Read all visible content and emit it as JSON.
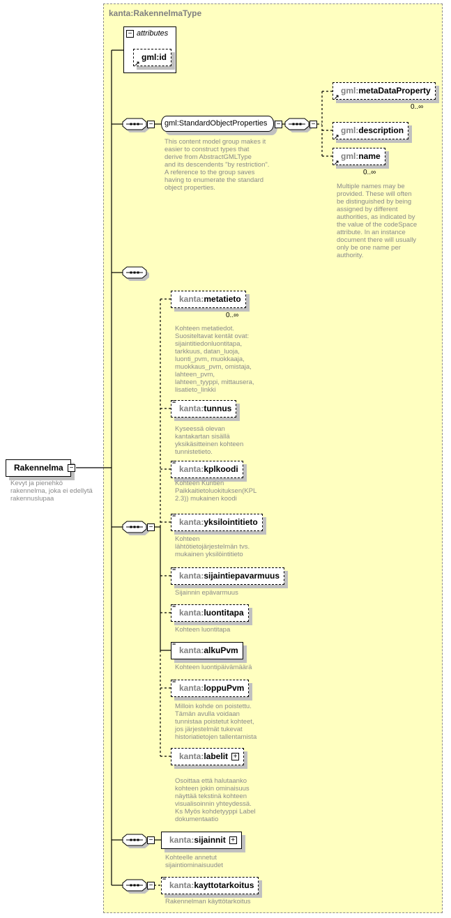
{
  "type_name": "kanta:RakennelmaType",
  "root": {
    "name": "Rakennelma",
    "doc": "Kevyt ja pienehkö\nrakennelma, joka ei edellytä\nrakennuslupaa"
  },
  "attributes": {
    "label": "attributes",
    "items": [
      {
        "name": "gml:id"
      }
    ]
  },
  "standard_group": {
    "name": "gml:StandardObjectProperties",
    "doc": "This content model group makes it\neasier to construct types that\n      derive from AbstractGMLType\nand its descendents \"by restriction\".\n      A reference to the group saves\nhaving to enumerate the standard\nobject properties.",
    "children": [
      {
        "prefix": "gml:",
        "name": "metaDataProperty",
        "occurs": "0..∞"
      },
      {
        "prefix": "gml:",
        "name": "description"
      },
      {
        "prefix": "gml:",
        "name": "name",
        "occurs": "0..∞",
        "doc": "Multiple names may be\nprovided.  These will often\nbe distinguished by being\nassigned by different\nauthorities, as indicated by\nthe value of the codeSpace\nattribute.  In an instance\ndocument there will usually\nonly be one name per\nauthority."
      }
    ]
  },
  "sequence_elements": [
    {
      "prefix": "kanta:",
      "name": "metatieto",
      "occurs": "0..∞",
      "doc": "Kohteen metatiedot.\nSuositeltavat kentät ovat:\nsijaintitiedonluontitapa,\ntarkkuus, datan_luoja,\nluonti_pvm, muokkaaja,\nmuokkaus_pvm, omistaja,\nlahteen_pvm,\nlahteen_tyyppi, mittausera,\nlisatieto_linkki"
    },
    {
      "prefix": "kanta:",
      "name": "tunnus",
      "doc": "Kyseessä olevan\nkantakartan sisällä\nyksikäsitteinen kohteen\ntunnistetieto."
    },
    {
      "prefix": "kanta:",
      "name": "kplkoodi",
      "doc": "Kohteen Kuntien\nPaikkaitietoluokituksen(KPL\n2.3)) mukainen koodi"
    },
    {
      "prefix": "kanta:",
      "name": "yksilointitieto",
      "doc": "Kohteen\nlähtötietojärjestelmän  tvs.\nmukainen yksilöintitieto"
    },
    {
      "prefix": "kanta:",
      "name": "sijaintiepavarmuus",
      "doc": "Sijainnin epävarmuus"
    },
    {
      "prefix": "kanta:",
      "name": "luontitapa",
      "doc": "Kohteen luontitapa"
    },
    {
      "prefix": "kanta:",
      "name": "alkuPvm",
      "doc": "Kohteen luontipäivämäärä"
    },
    {
      "prefix": "kanta:",
      "name": "loppuPvm",
      "doc": "Milloin kohde on poistettu.\nTämän avulla voidaan\ntunnistaa poistetut kohteet,\njos järjestelmät tukevat\nhistoriatietojen tallentamista"
    },
    {
      "prefix": "kanta:",
      "name": "labelit",
      "doc": "Osoittaa että halutaanko\nkohteen jokin ominaisuus\nnäyttää tekstinä kohteen\nvisualisoinnin yhteydessä.\n Ks Myös kohdetyyppi Label\ndokumentaatio"
    }
  ],
  "sijainnit": {
    "prefix": "kanta:",
    "name": "sijainnit",
    "doc": "Kohteelle annetut\nsijaintiominaisuudet"
  },
  "kayttotarkoitus": {
    "prefix": "kanta:",
    "name": "kayttotarkoitus",
    "doc": "Rakennelman käyttötarkoitus"
  }
}
